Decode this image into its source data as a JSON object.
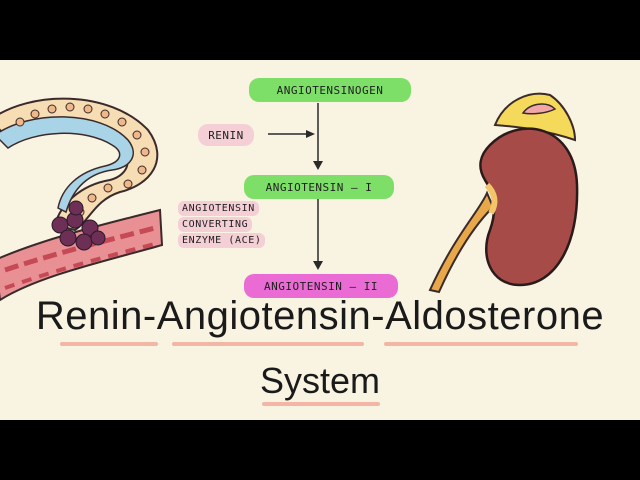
{
  "diagram": {
    "steps": {
      "angiotensinogen": "ANGIOTENSINOGEN",
      "renin": "RENIN",
      "angiotensin_1": "ANGIOTENSIN – I",
      "ace": [
        "ANGIOTENSIN",
        "CONVERTING",
        "ENZYME (ACE)"
      ],
      "angiotensin_2": "ANGIOTENSIN – II"
    },
    "colors": {
      "canvas": "#f9f3e2",
      "green_label": "#7ddf68",
      "pink_label": "#f4cfd6",
      "magenta_label": "#ea6bd4",
      "kidney": "#a64b47",
      "adrenal": "#f5d95b",
      "tubule_lumen": "#a9d3e6",
      "vessel": "#e99094"
    },
    "icons": {
      "left": "kidney-nephron-juxtaglomerular-icon",
      "right": "kidney-with-adrenal-gland-icon"
    }
  },
  "title": {
    "line1_parts": [
      "Renin",
      "-",
      "Angiotensin",
      "-",
      "Aldosterone"
    ],
    "line2": "System"
  }
}
